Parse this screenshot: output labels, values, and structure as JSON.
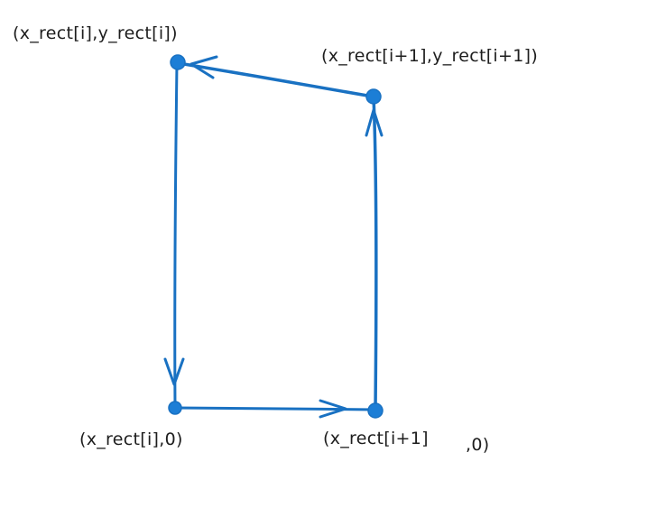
{
  "diagram": {
    "stroke_color": "#1971c2",
    "dot_color": "#1c7ed6",
    "label_color": "#1e1e1e",
    "labels": {
      "top_left": "(x_rect[i],y_rect[i])",
      "top_right": "(x_rect[i+1],y_rect[i+1])",
      "bottom_left": "(x_rect[i],0)",
      "bottom_right_part1": "(x_rect[i+1]",
      "bottom_right_part2": ",0)"
    },
    "edges": [
      {
        "from": "top_left",
        "to": "bottom_left",
        "arrow": true
      },
      {
        "from": "bottom_left",
        "to": "bottom_right",
        "arrow": true
      },
      {
        "from": "bottom_right",
        "to": "top_right",
        "arrow": true
      },
      {
        "from": "top_right",
        "to": "top_left",
        "arrow": true
      }
    ]
  }
}
